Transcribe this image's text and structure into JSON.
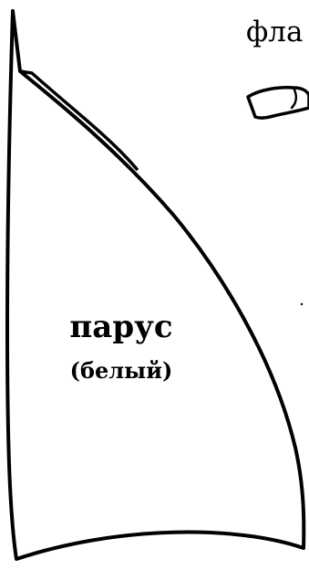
{
  "labels": {
    "flag": "фла",
    "sail": "парус",
    "sail_color": "(белый)"
  },
  "colors": {
    "outline": "#000000",
    "fill": "#ffffff"
  }
}
